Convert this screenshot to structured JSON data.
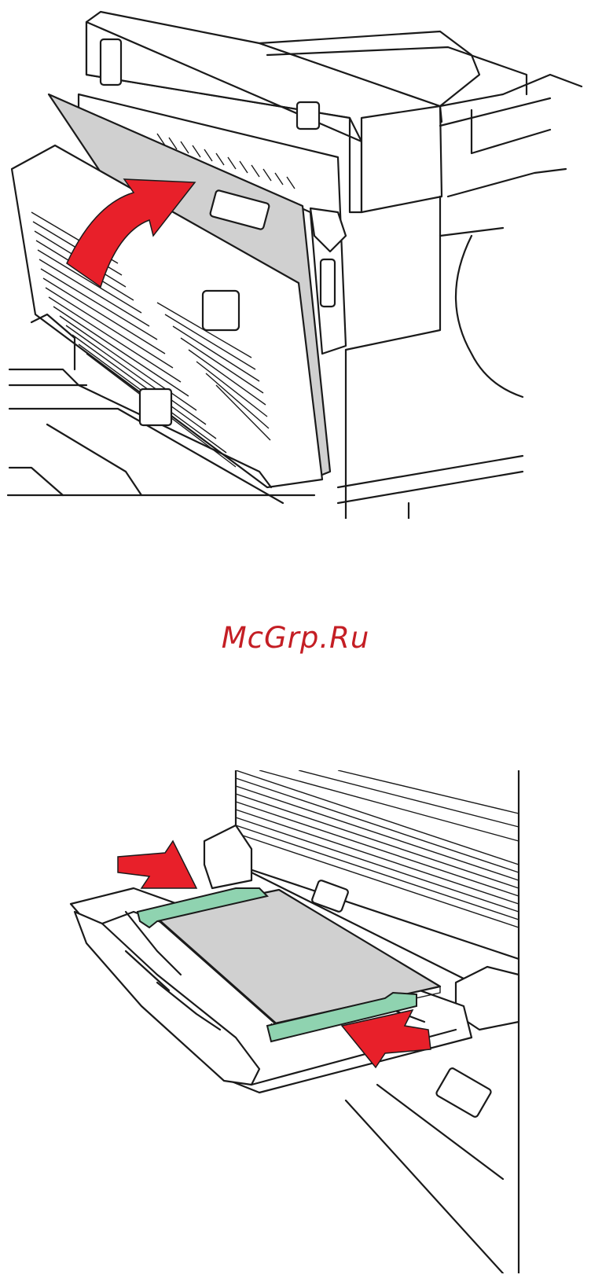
{
  "watermark": {
    "text": "McGrp.Ru"
  },
  "illustrations": [
    {
      "name": "printer-side-door-closing",
      "arrow_color": "#e8202a"
    },
    {
      "name": "bypass-tray-loading",
      "arrow_color": "#e8202a",
      "guide_color": "#8fd3b0",
      "paper_color": "#d0d0d0"
    }
  ]
}
